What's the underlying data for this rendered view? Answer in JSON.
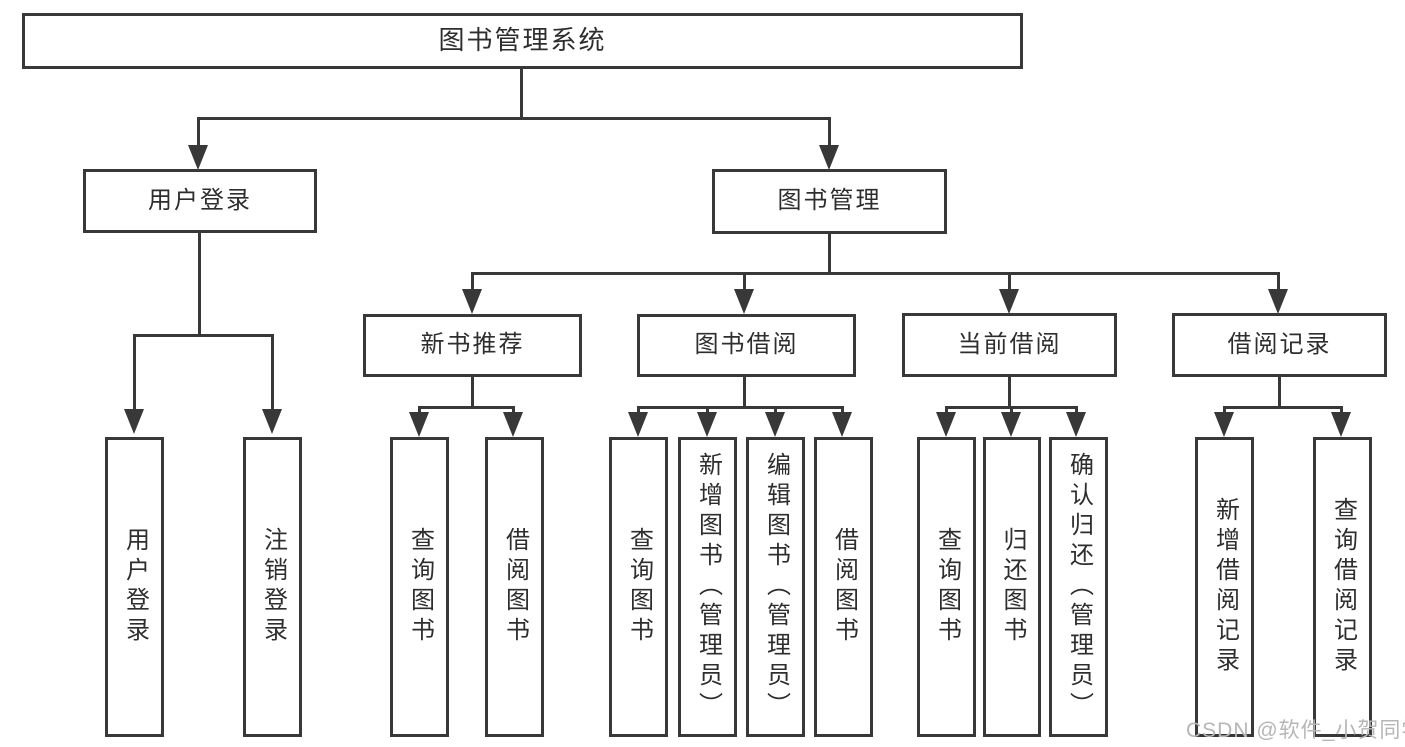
{
  "colors": {
    "line": "#383838",
    "text": "#2e2e2e",
    "watermark": "#b6b6b6",
    "background": "#ffffff"
  },
  "tree": {
    "root": "图书管理系统",
    "user_login": {
      "label": "用户登录",
      "children": [
        "用户登录",
        "注销登录"
      ]
    },
    "book_management": {
      "label": "图书管理"
    },
    "new_book": {
      "label": "新书推荐",
      "children": [
        "查询图书",
        "借阅图书"
      ]
    },
    "book_borrow": {
      "label": "图书借阅",
      "children": [
        "查询图书",
        "新增图书（管理员）",
        "编辑图书（管理员）",
        "借阅图书"
      ]
    },
    "current_borrow": {
      "label": "当前借阅",
      "children": [
        "查询图书",
        "归还图书",
        "确认归还（管理员）"
      ]
    },
    "borrow_records": {
      "label": "借阅记录",
      "children": [
        "新增借阅记录",
        "查询借阅记录"
      ]
    }
  },
  "watermark": "CSDN @软件_小贺同学"
}
